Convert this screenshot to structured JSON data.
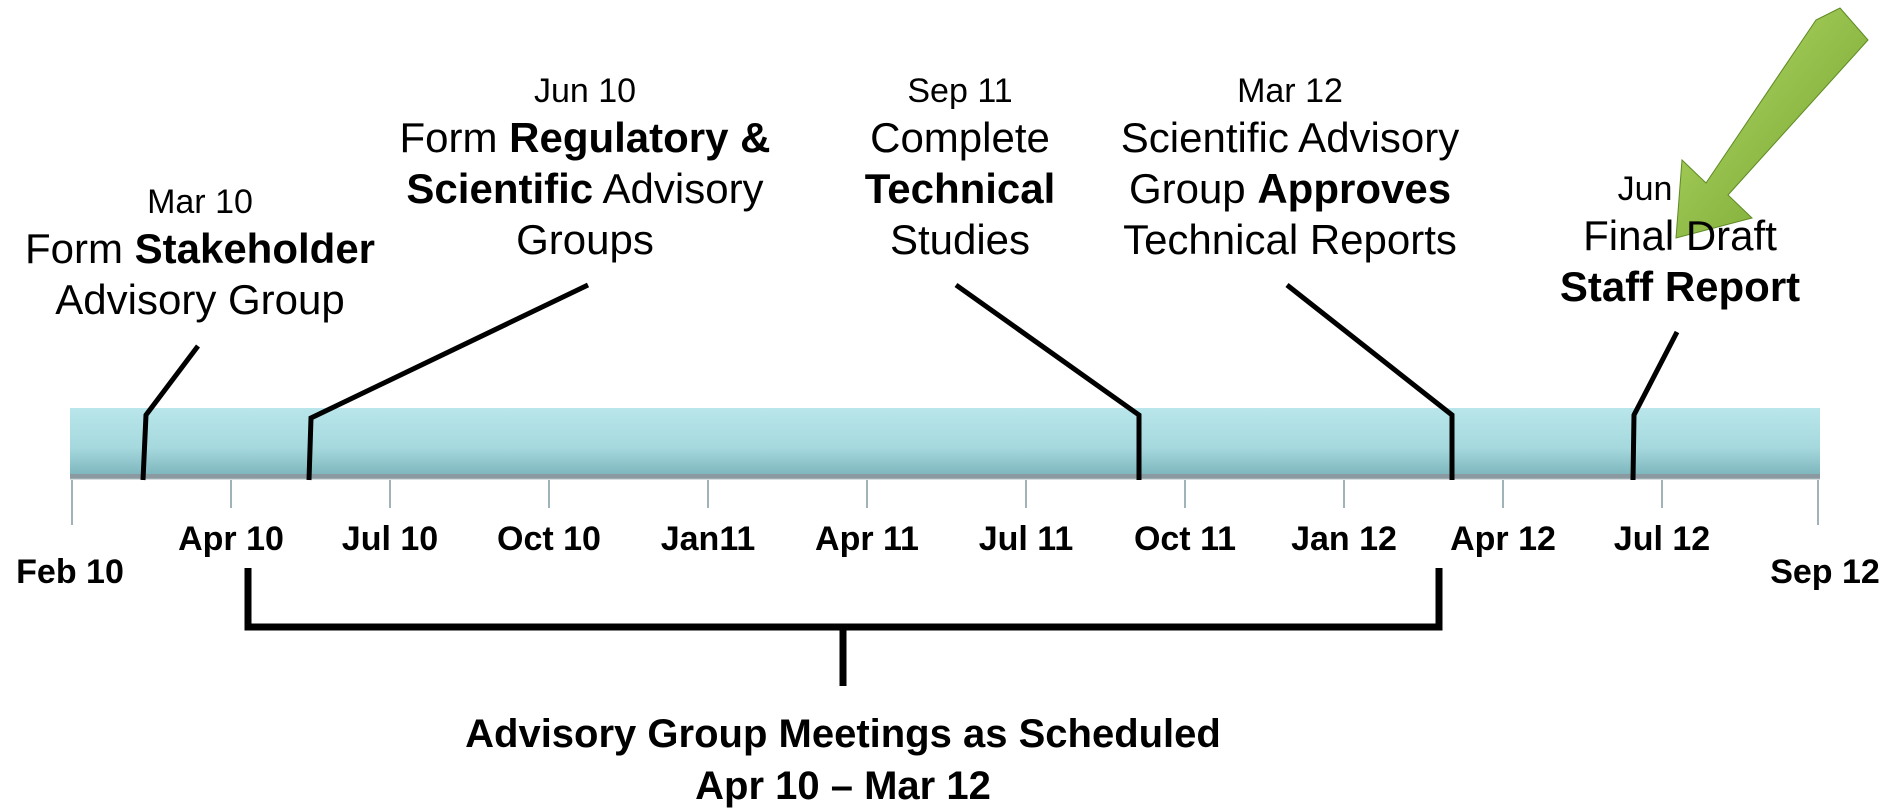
{
  "timeline": {
    "start_label": "Feb 10",
    "end_label": "Sep 12",
    "tick_labels": [
      "Apr 10",
      "Jul 10",
      "Oct 10",
      "Jan11",
      "Apr 11",
      "Jul 11",
      "Oct 11",
      "Jan 12",
      "Apr 12",
      "Jul 12"
    ],
    "bar_color": "#a9dbe0"
  },
  "milestones": [
    {
      "date": "Mar 10",
      "line1": [
        "Form ",
        "Stakeholder",
        ""
      ],
      "line2": "Advisory Group",
      "line3": ""
    },
    {
      "date": "Jun 10",
      "line1": [
        "Form ",
        "Regulatory &",
        ""
      ],
      "line2": [
        "",
        "Scientific",
        " Advisory"
      ],
      "line3": "Groups"
    },
    {
      "date": "Sep 11",
      "line1": "Complete",
      "line2": [
        "",
        "Technical",
        ""
      ],
      "line3": "Studies"
    },
    {
      "date": "Mar 12",
      "line1": "Scientific Advisory",
      "line2": [
        "Group ",
        "Approves",
        ""
      ],
      "line3": "Technical Reports"
    },
    {
      "date": "Jun",
      "line1": "Final Draft",
      "line2": [
        "",
        "Staff Report",
        ""
      ],
      "line3": ""
    }
  ],
  "bracket": {
    "title": "Advisory Group Meetings as Scheduled",
    "range": "Apr 10 – Mar 12"
  },
  "arrow": {
    "icon": "green-arrow-icon",
    "color": "#8fbf3f"
  }
}
